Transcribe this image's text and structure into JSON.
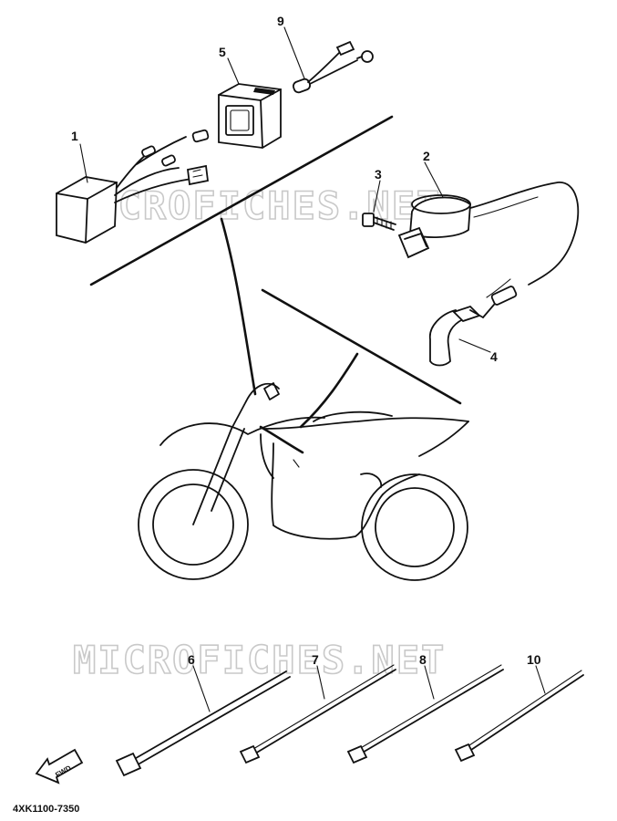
{
  "watermark": "MICROFICHES.NET",
  "part_code": "4XK1100-7350",
  "fwd_label": "FWD",
  "callouts": [
    "1",
    "2",
    "3",
    "4",
    "5",
    "6",
    "7",
    "8",
    "9",
    "10"
  ],
  "colors": {
    "ink": "#111111",
    "background": "#ffffff",
    "watermark": "#c9c9c9"
  },
  "icons": [
    "cdi-unit-icon",
    "ignition-coil-icon",
    "bolt-icon",
    "spark-plug-cap-icon",
    "rectifier-regulator-icon",
    "wire-lead-icon",
    "cable-tie-icon",
    "motorcycle-icon",
    "fwd-arrow-icon"
  ]
}
